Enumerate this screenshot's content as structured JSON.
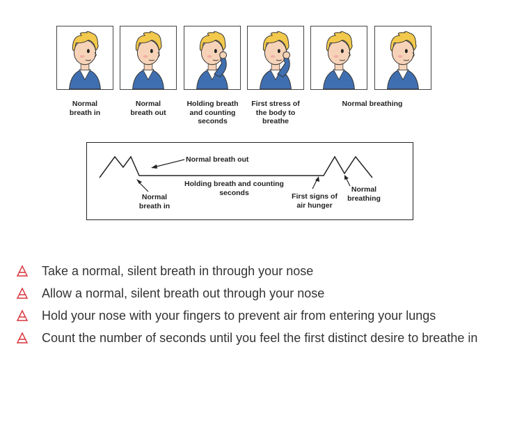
{
  "panels": [
    {
      "caption": "Normal\nbreath in",
      "pose": "normal"
    },
    {
      "caption": "Normal\nbreath out",
      "pose": "normal"
    },
    {
      "caption": "Holding breath\nand counting\nseconds",
      "pose": "hold"
    },
    {
      "caption": "First stress of\nthe body to\nbreathe",
      "pose": "hold"
    },
    {
      "caption": "",
      "pose": "normal"
    },
    {
      "caption": "",
      "pose": "normal"
    }
  ],
  "normal_breathing_caption": "Normal breathing",
  "diagram": {
    "breath_out": "Normal breath out",
    "holding": "Holding breath and counting\nseconds",
    "breath_in": "Normal\nbreath in",
    "air_hunger": "First signs of\nair hunger",
    "normal_breathing": "Normal\nbreathing"
  },
  "steps": [
    "Take a normal, silent breath in through your nose",
    "Allow a normal, silent breath out through your nose",
    "Hold your nose with your fingers to prevent air from entering your lungs",
    "Count the number of seconds until you feel the first distinct desire to breathe in"
  ],
  "colors": {
    "bullet": "#d8323a",
    "hair": "#f2c94c",
    "skin": "#f6d3b8",
    "shirt": "#3f6fb0"
  }
}
